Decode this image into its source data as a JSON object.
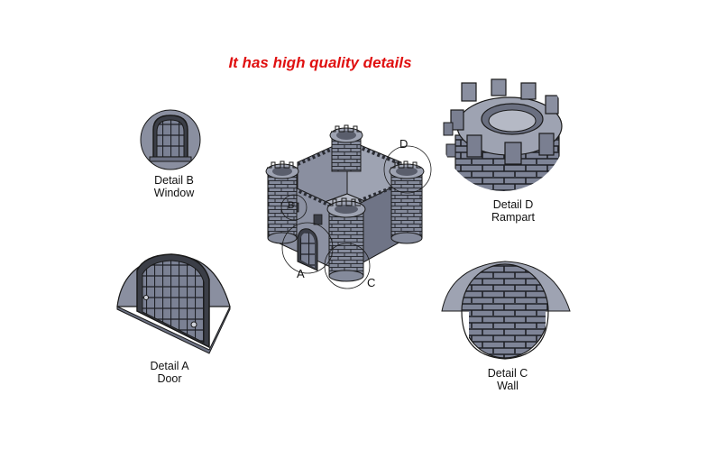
{
  "headline": "It has high quality details",
  "callouts": {
    "a": "A",
    "b": "B",
    "c": "C",
    "d": "D"
  },
  "details": {
    "window": {
      "line1": "Detail B",
      "line2": "Window"
    },
    "door": {
      "line1": "Detail A",
      "line2": "Door"
    },
    "rampart": {
      "line1": "Detail D",
      "line2": "Rampart"
    },
    "wall": {
      "line1": "Detail C",
      "line2": "Wall"
    }
  },
  "colors": {
    "headline": "#e01010",
    "model": "#7f8496",
    "model_dark": "#4a4e5c",
    "outline": "#1a1a1a"
  }
}
